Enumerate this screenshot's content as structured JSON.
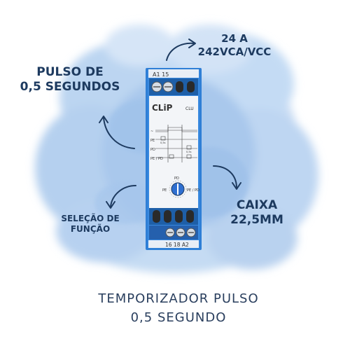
{
  "callouts": {
    "voltage": [
      "24 A",
      "242VCA/VCC"
    ],
    "pulse": [
      "PULSO DE",
      "0,5 SEGUNDOS"
    ],
    "case": [
      "CAIXA",
      "22,5MM"
    ],
    "function_select": [
      "SELEÇÃO DE",
      "FUNÇÃO"
    ]
  },
  "caption": [
    "TEMPORIZADOR PULSO",
    "0,5 SEGUNDO"
  ],
  "device": {
    "brand": "CLiP",
    "model": "CLU",
    "top_terminals": "A1  15",
    "bottom_terminals": "16  18  A2",
    "diagram_rows": [
      "~",
      "PE",
      "PD",
      "PE / PD"
    ],
    "pulse_label": "0,5s",
    "knob_labels": {
      "top": "PD",
      "left": "PE",
      "right": "PE / PD"
    }
  },
  "colors": {
    "relay_blue": "#2f7fd6",
    "text_navy": "#1d3a5f",
    "cloud": "#a8c9ee"
  }
}
